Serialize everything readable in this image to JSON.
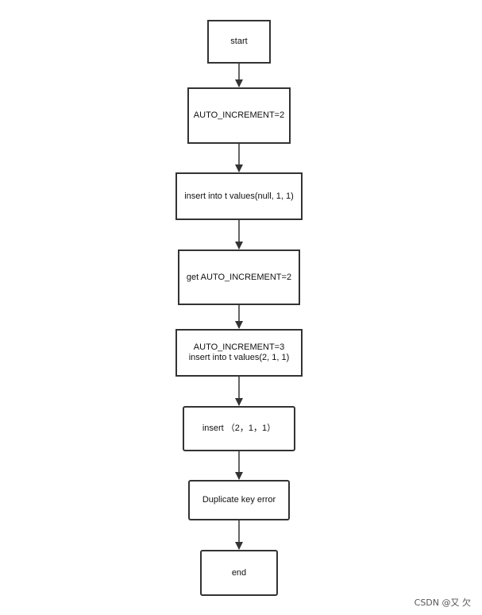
{
  "flowchart": {
    "nodes": [
      {
        "id": "start",
        "lines": [
          "start"
        ]
      },
      {
        "id": "set-auto-increment",
        "lines": [
          "AUTO_INCREMENT=2"
        ]
      },
      {
        "id": "insert-null",
        "lines": [
          "insert into t values(null, 1, 1)"
        ]
      },
      {
        "id": "get-auto-increment",
        "lines": [
          "get AUTO_INCREMENT=2"
        ]
      },
      {
        "id": "auto-increment-3",
        "lines": [
          "AUTO_INCREMENT=3",
          "insert into t values(2, 1, 1)"
        ]
      },
      {
        "id": "insert-2-1-1",
        "lines": [
          "insert （2，1，1）"
        ]
      },
      {
        "id": "duplicate-key-error",
        "lines": [
          "Duplicate key error"
        ]
      },
      {
        "id": "end",
        "lines": [
          "end"
        ]
      }
    ],
    "edges": [
      {
        "from": "start",
        "to": "set-auto-increment"
      },
      {
        "from": "set-auto-increment",
        "to": "insert-null"
      },
      {
        "from": "insert-null",
        "to": "get-auto-increment"
      },
      {
        "from": "get-auto-increment",
        "to": "auto-increment-3"
      },
      {
        "from": "auto-increment-3",
        "to": "insert-2-1-1"
      },
      {
        "from": "insert-2-1-1",
        "to": "duplicate-key-error"
      },
      {
        "from": "duplicate-key-error",
        "to": "end"
      }
    ],
    "colors": {
      "stroke": "#333333",
      "text": "#111111"
    }
  },
  "watermark": "CSDN @又 欠"
}
